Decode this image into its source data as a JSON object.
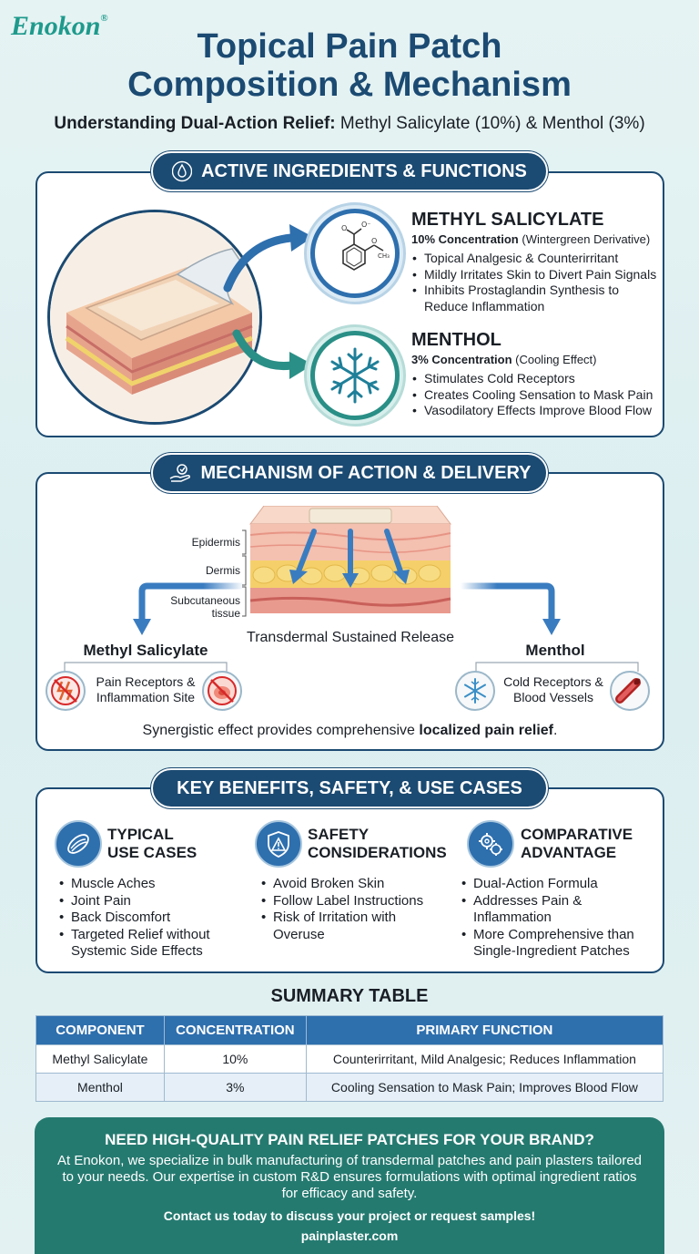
{
  "brand": {
    "name": "Enokon",
    "mark": "®"
  },
  "header": {
    "title_line1": "Topical Pain Patch",
    "title_line2": "Composition & Mechanism",
    "subtitle_bold": "Understanding Dual-Action Relief:",
    "subtitle_rest": " Methyl Salicylate (10%) & Menthol (3%)"
  },
  "ingredients": {
    "heading": "ACTIVE INGREDIENTS & FUNCTIONS",
    "items": [
      {
        "name": "METHYL SALICYLATE",
        "conc_bold": "10% Concentration",
        "conc_rest": " (Wintergreen Derivative)",
        "bullets": [
          "Topical Analgesic & Counterirritant",
          "Mildly Irritates Skin to Divert Pain Signals",
          "Inhibits Prostaglandin Synthesis to Reduce Inflammation"
        ]
      },
      {
        "name": "MENTHOL",
        "conc_bold": "3% Concentration",
        "conc_rest": " (Cooling Effect)",
        "bullets": [
          "Stimulates Cold Receptors",
          "Creates Cooling Sensation to Mask Pain",
          "Vasodilatory Effects Improve Blood Flow"
        ]
      }
    ],
    "molecule_labels": {
      "o_minus": "O⁻",
      "o": "O",
      "o2": "O",
      "ch3": "CH₃"
    }
  },
  "mechanism": {
    "heading": "MECHANISM OF ACTION & DELIVERY",
    "layers": [
      "Epidermis",
      "Dermis",
      "Subcutaneous tissue"
    ],
    "release_label": "Transdermal Sustained Release",
    "left_title": "Methyl Salicylate",
    "left_text": "Pain Receptors & Inflammation Site",
    "right_title": "Menthol",
    "right_text": "Cold Receptors & Blood Vessels",
    "footer_normal": "Synergistic effect provides comprehensive ",
    "footer_bold": "localized pain relief",
    "footer_end": "."
  },
  "benefits": {
    "heading": "KEY BENEFITS, SAFETY, & USE CASES",
    "cols": [
      {
        "title_l1": "TYPICAL",
        "title_l2": "USE CASES",
        "bullets": [
          "Muscle Aches",
          "Joint Pain",
          "Back Discomfort",
          "Targeted Relief without Systemic Side Effects"
        ]
      },
      {
        "title_l1": "SAFETY",
        "title_l2": "CONSIDERATIONS",
        "bullets": [
          "Avoid Broken Skin",
          "Follow Label Instructions",
          "Risk of Irritation with Overuse"
        ]
      },
      {
        "title_l1": "COMPARATIVE",
        "title_l2": "ADVANTAGE",
        "bullets": [
          "Dual-Action Formula",
          "Addresses Pain & Inflammation",
          "More Comprehensive than Single-Ingredient Patches"
        ]
      }
    ]
  },
  "summary": {
    "heading": "SUMMARY TABLE",
    "headers": [
      "COMPONENT",
      "CONCENTRATION",
      "PRIMARY FUNCTION"
    ],
    "rows": [
      [
        "Methyl Salicylate",
        "10%",
        "Counterirritant, Mild Analgesic; Reduces Inflammation"
      ],
      [
        "Menthol",
        "3%",
        "Cooling Sensation to Mask Pain; Improves Blood Flow"
      ]
    ]
  },
  "cta": {
    "heading": "NEED HIGH-QUALITY PAIN RELIEF PATCHES FOR YOUR BRAND?",
    "body": "At Enokon, we specialize in bulk manufacturing of transdermal patches and pain plasters tailored to your needs. Our expertise in custom R&D ensures formulations with optimal ingredient ratios for efficacy and safety.",
    "contact": "Contact us today to discuss your project or request samples!",
    "url": "painplaster.com"
  },
  "colors": {
    "navy": "#1b4a72",
    "teal": "#1e9a8c",
    "blue": "#2e6fae",
    "cta_bg": "#257a70"
  }
}
